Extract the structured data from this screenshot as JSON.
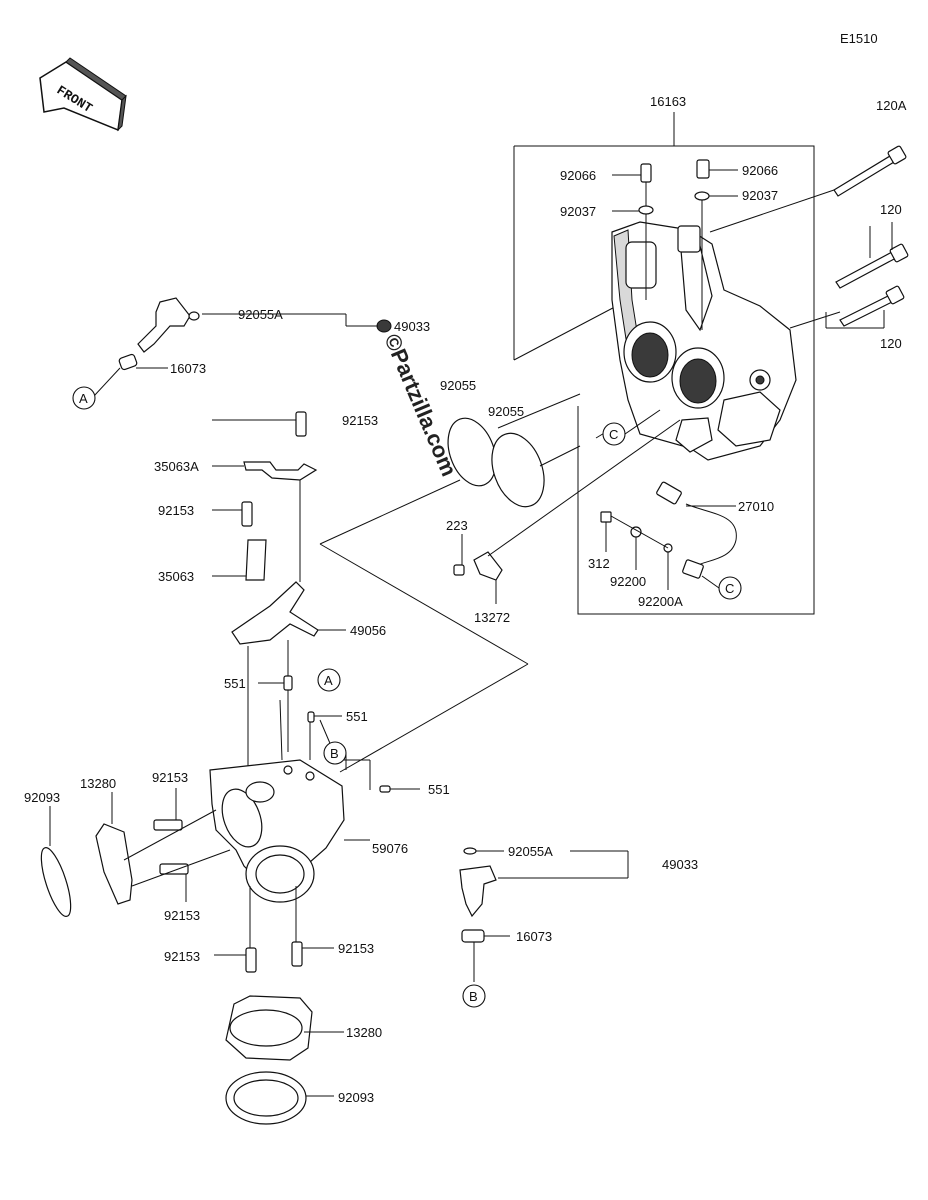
{
  "diagram_code": "E1510",
  "front_label": "FRONT",
  "watermark": "©Partzilla.com",
  "circle_refs": [
    "A",
    "A",
    "B",
    "B",
    "C",
    "C"
  ],
  "labels": [
    {
      "id": "16163",
      "text": "16163"
    },
    {
      "id": "120A",
      "text": "120A"
    },
    {
      "id": "120_top",
      "text": "120"
    },
    {
      "id": "120_bot",
      "text": "120"
    },
    {
      "id": "92066_l",
      "text": "92066"
    },
    {
      "id": "92066_r",
      "text": "92066"
    },
    {
      "id": "92037_l",
      "text": "92037"
    },
    {
      "id": "92037_r",
      "text": "92037"
    },
    {
      "id": "92055A_top",
      "text": "92055A"
    },
    {
      "id": "49033_top",
      "text": "49033"
    },
    {
      "id": "16073_top",
      "text": "16073"
    },
    {
      "id": "92055_a",
      "text": "92055"
    },
    {
      "id": "92055_b",
      "text": "92055"
    },
    {
      "id": "92153_a",
      "text": "92153"
    },
    {
      "id": "35063A",
      "text": "35063A"
    },
    {
      "id": "92153_b",
      "text": "92153"
    },
    {
      "id": "35063",
      "text": "35063"
    },
    {
      "id": "49056",
      "text": "49056"
    },
    {
      "id": "27010",
      "text": "27010"
    },
    {
      "id": "223",
      "text": "223"
    },
    {
      "id": "312",
      "text": "312"
    },
    {
      "id": "92200",
      "text": "92200"
    },
    {
      "id": "92200A",
      "text": "92200A"
    },
    {
      "id": "13272",
      "text": "13272"
    },
    {
      "id": "551_a",
      "text": "551"
    },
    {
      "id": "551_b",
      "text": "551"
    },
    {
      "id": "551_c",
      "text": "551"
    },
    {
      "id": "13280_l",
      "text": "13280"
    },
    {
      "id": "92093_l",
      "text": "92093"
    },
    {
      "id": "92153_c",
      "text": "92153"
    },
    {
      "id": "92153_d",
      "text": "92153"
    },
    {
      "id": "59076",
      "text": "59076"
    },
    {
      "id": "92055A_bot",
      "text": "92055A"
    },
    {
      "id": "49033_bot",
      "text": "49033"
    },
    {
      "id": "16073_bot",
      "text": "16073"
    },
    {
      "id": "92153_e",
      "text": "92153"
    },
    {
      "id": "92153_f",
      "text": "92153"
    },
    {
      "id": "13280_b",
      "text": "13280"
    },
    {
      "id": "92093_b",
      "text": "92093"
    }
  ]
}
